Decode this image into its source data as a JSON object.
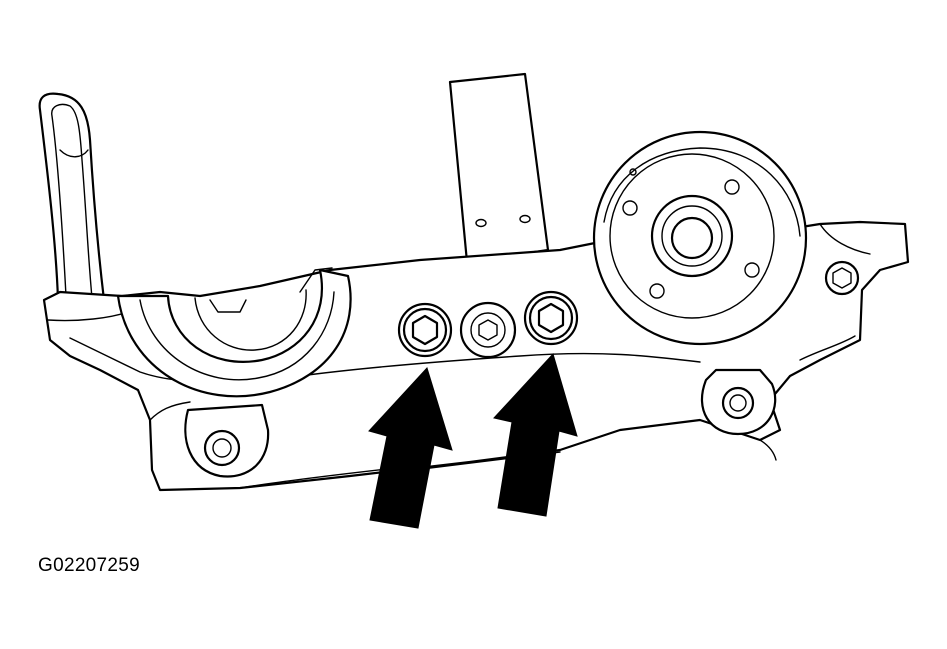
{
  "figure": {
    "code": "G02207259",
    "colors": {
      "line": "#000000",
      "background": "#ffffff"
    },
    "arrows": {
      "count": 2,
      "indicates": "bolts"
    }
  }
}
